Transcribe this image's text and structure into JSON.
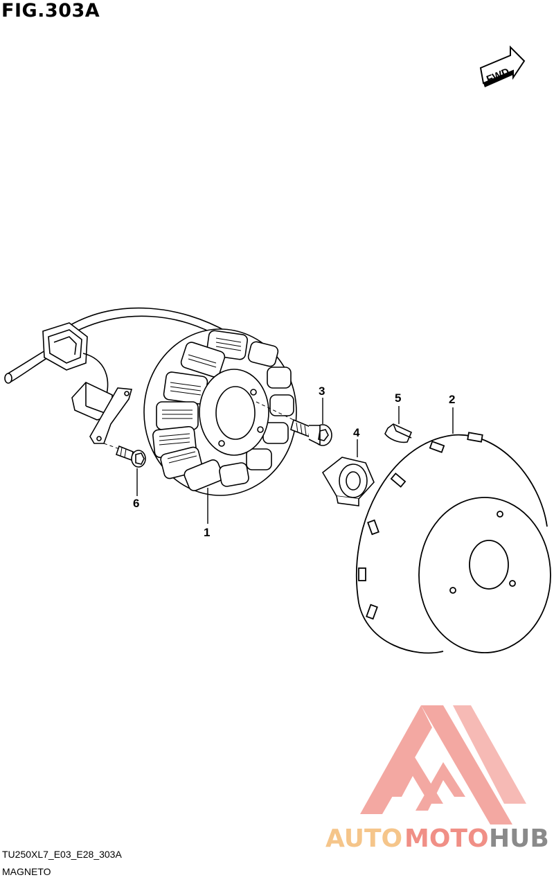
{
  "figure": {
    "title": "FIG.303A",
    "fwd_label": "FWD",
    "code": "TU250XL7_E03_E28_303A",
    "name": "MAGNETO"
  },
  "callouts": [
    "1",
    "2",
    "3",
    "4",
    "5",
    "6"
  ],
  "watermark": {
    "part1": "AUTO",
    "part2": "MOTO",
    "part3": "HUB",
    "colors": {
      "auto": "#f5c58a",
      "moto": "#f08f86",
      "hub": "#8a8a8a",
      "logo": "#f19a92"
    }
  }
}
